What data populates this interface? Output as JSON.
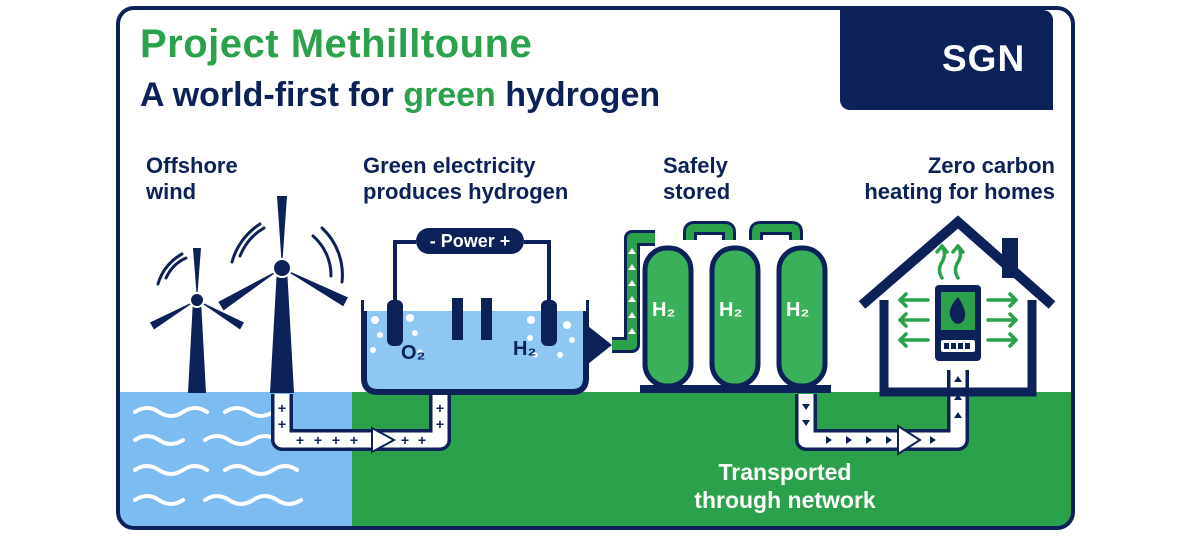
{
  "header": {
    "title": "Project Methilltoune",
    "subtitle_pre": "A world-first for",
    "subtitle_highlight": "green",
    "subtitle_post": "hydrogen"
  },
  "logo": {
    "text": "SGN",
    "icon": "sgn-swirl-logo"
  },
  "stages": {
    "wind": {
      "line1": "Offshore",
      "line2": "wind"
    },
    "electrolysis": {
      "line1": "Green electricity",
      "line2": "produces hydrogen",
      "power_label": "- Power +",
      "oxygen": "O₂",
      "hydrogen": "H₂"
    },
    "storage": {
      "line1": "Safely",
      "line2": "stored",
      "tank_label": "H₂"
    },
    "heating": {
      "line1": "Zero carbon",
      "line2": "heating for homes"
    },
    "transport": {
      "line1": "Transported",
      "line2": "through network"
    }
  },
  "colors": {
    "navy": "#0c2158",
    "green": "#2aa14a",
    "sea": "#7dbcf0",
    "water": "#8ec8f2",
    "tank": "#3bb05a",
    "logo_orange": "#f07c22"
  },
  "icons": [
    "wind-turbine-icon",
    "electrolyser-icon",
    "hydrogen-tank-icon",
    "house-boiler-icon",
    "flame-icon",
    "arrow-icon"
  ]
}
